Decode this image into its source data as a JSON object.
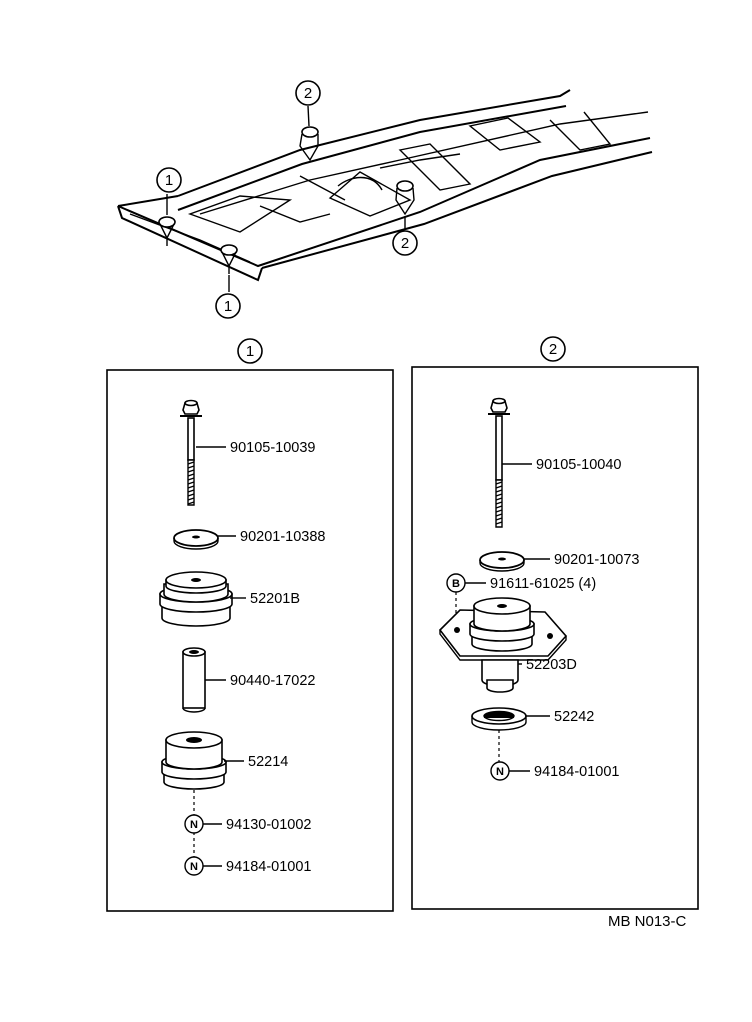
{
  "callouts": {
    "one": "1",
    "two": "2"
  },
  "section_1": {
    "header": "1",
    "parts": [
      {
        "number": "90105-10039"
      },
      {
        "number": "90201-10388"
      },
      {
        "number": "52201B"
      },
      {
        "number": "90440-17022"
      },
      {
        "number": "52214"
      },
      {
        "number": "94130-01002",
        "marker": "N"
      },
      {
        "number": "94184-01001",
        "marker": "N"
      }
    ]
  },
  "section_2": {
    "header": "2",
    "parts": [
      {
        "number": "90105-10040"
      },
      {
        "number": "90201-10073"
      },
      {
        "number": "91611-61025 (4)",
        "marker": "B"
      },
      {
        "number": "52203D"
      },
      {
        "number": "52242"
      },
      {
        "number": "94184-01001",
        "marker": "N"
      }
    ]
  },
  "reference": "MB N013-C",
  "icons": [
    "circled-number-icon",
    "bolt-icon",
    "washer-icon",
    "cushion-icon",
    "collar-icon",
    "nut-marker-icon",
    "bolt-marker-icon"
  ]
}
